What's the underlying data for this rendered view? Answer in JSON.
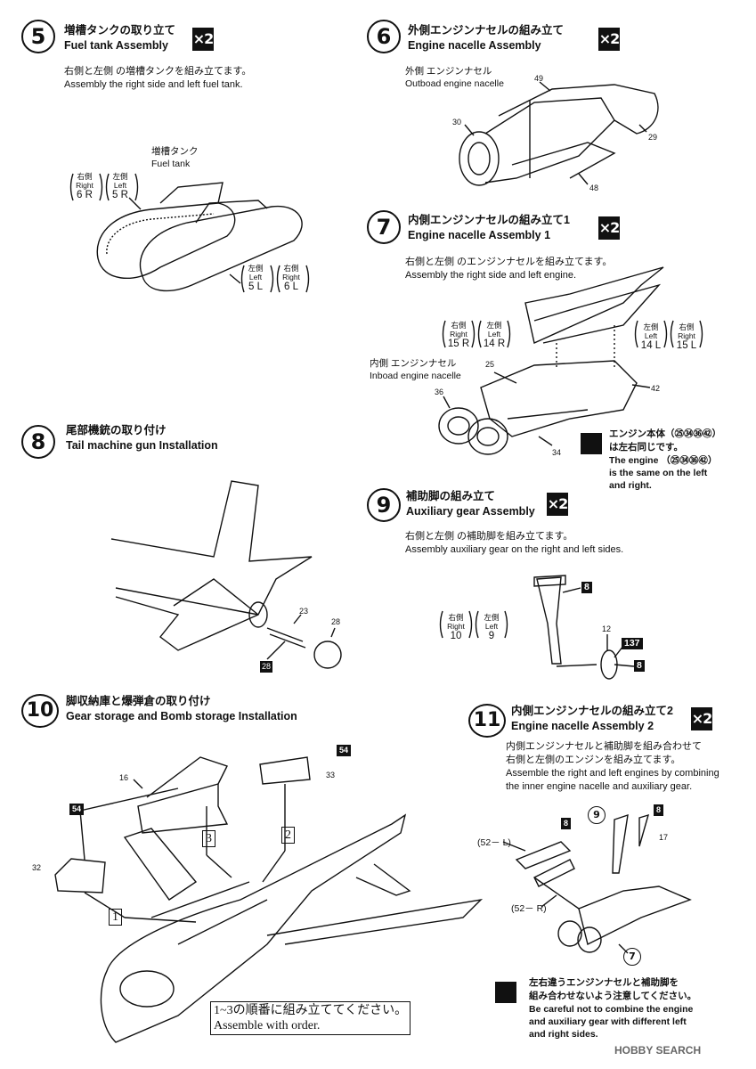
{
  "steps": {
    "s5": {
      "num": "5",
      "jp": "増槽タンクの取り立て",
      "en": "Fuel tank Assembly",
      "times": "×2",
      "note_jp": "右側と左側 の増槽タンクを組み立てます。",
      "note_en": "Assembly the right side and left fuel tank.",
      "label_jp": "増槽タンク",
      "label_en": "Fuel tank",
      "r_jp": "右側",
      "r_en": "Right",
      "r_code": "6 R",
      "l_jp": "左側",
      "l_en": "Left",
      "l_code": "5 R",
      "l2_jp": "左側",
      "l2_en": "Left",
      "l2_code": "5 L",
      "r2_jp": "右側",
      "r2_en": "Right",
      "r2_code": "6 L"
    },
    "s6": {
      "num": "6",
      "jp": "外側エンジンナセルの組み立て",
      "en": "Engine nacelle Assembly",
      "times": "×2",
      "label_jp": "外側 エンジンナセル",
      "label_en": "Outboad engine nacelle",
      "parts": [
        "49",
        "30",
        "29",
        "48"
      ]
    },
    "s7": {
      "num": "7",
      "jp": "内側エンジンナセルの組み立て1",
      "en": "Engine nacelle Assembly  1",
      "times": "×2",
      "note_jp": "右側と左側 のエンジンナセルを組み立てます。",
      "note_en": "Assembly the right side and left engine.",
      "r_jp": "右側",
      "r_en": "Right",
      "r_code": "15 R",
      "l_jp": "左側",
      "l_en": "Left",
      "l_code": "14 R",
      "l2_jp": "左側",
      "l2_en": "Left",
      "l2_code": "14 L",
      "r2_jp": "右側",
      "r2_en": "Right",
      "r2_code": "15 L",
      "label_jp": "内側 エンジンナセル",
      "label_en": "Inboad engine nacelle",
      "parts": [
        "25",
        "36",
        "42",
        "34"
      ],
      "warn_jp1": "エンジン本体（㉕㉞㊱㊷）",
      "warn_jp2": "は左右同じです。",
      "warn_en1": "The engine  （㉕㉞㊱㊷）",
      "warn_en2": "is the same on the left",
      "warn_en3": "and right."
    },
    "s8": {
      "num": "8",
      "jp": "尾部機銃の取り付け",
      "en": "Tail machine gun Installation",
      "parts": [
        "23",
        "28",
        "28"
      ]
    },
    "s9": {
      "num": "9",
      "jp": "補助脚の組み立て",
      "en": "Auxiliary gear Assembly",
      "times": "×2",
      "note_jp": "右側と左側 の補助脚を組み立てます。",
      "note_en": "Assembly auxiliary gear on the right and left sides.",
      "r_jp": "右側",
      "r_en": "Right",
      "r_code": "10",
      "l_jp": "左側",
      "l_en": "Left",
      "l_code": "9",
      "parts": [
        "8",
        "12",
        "137",
        "8"
      ]
    },
    "s10": {
      "num": "10",
      "jp": "脚収納庫と爆弾倉の取り付け",
      "en": "Gear storage and Bomb storage Installation",
      "parts": [
        "54",
        "16",
        "33",
        "54",
        "32"
      ],
      "order_marks": [
        "1",
        "2",
        "3"
      ],
      "order_jp": "1~3の順番に組み立ててください。",
      "order_en": "Assemble with order."
    },
    "s11": {
      "num": "11",
      "jp": "内側エンジンナセルの組み立て2",
      "en": "Engine nacelle Assembly 2",
      "times": "×2",
      "note_jp1": "内側エンジンナセルと補助脚を組み合わせて",
      "note_jp2": "右側と左側のエンジンを組み立てます。",
      "note_en1": "Assemble the right and left engines by combining",
      "note_en2": "the inner engine nacelle and auxiliary gear.",
      "parts": [
        "8",
        "9",
        "8",
        "17",
        "7"
      ],
      "codes": [
        "(52－ L)",
        "(52－ R)"
      ],
      "warn_jp1": "左右違うエンジンナセルと補助脚を",
      "warn_jp2": "組み合わせないよう注意してください。",
      "warn_en1": "Be careful not to combine the engine",
      "warn_en2": "and auxiliary gear with different left",
      "warn_en3": "and right sides."
    }
  },
  "watermark": "HOBBY SEARCH",
  "colors": {
    "ink": "#111111",
    "paper": "#ffffff"
  }
}
